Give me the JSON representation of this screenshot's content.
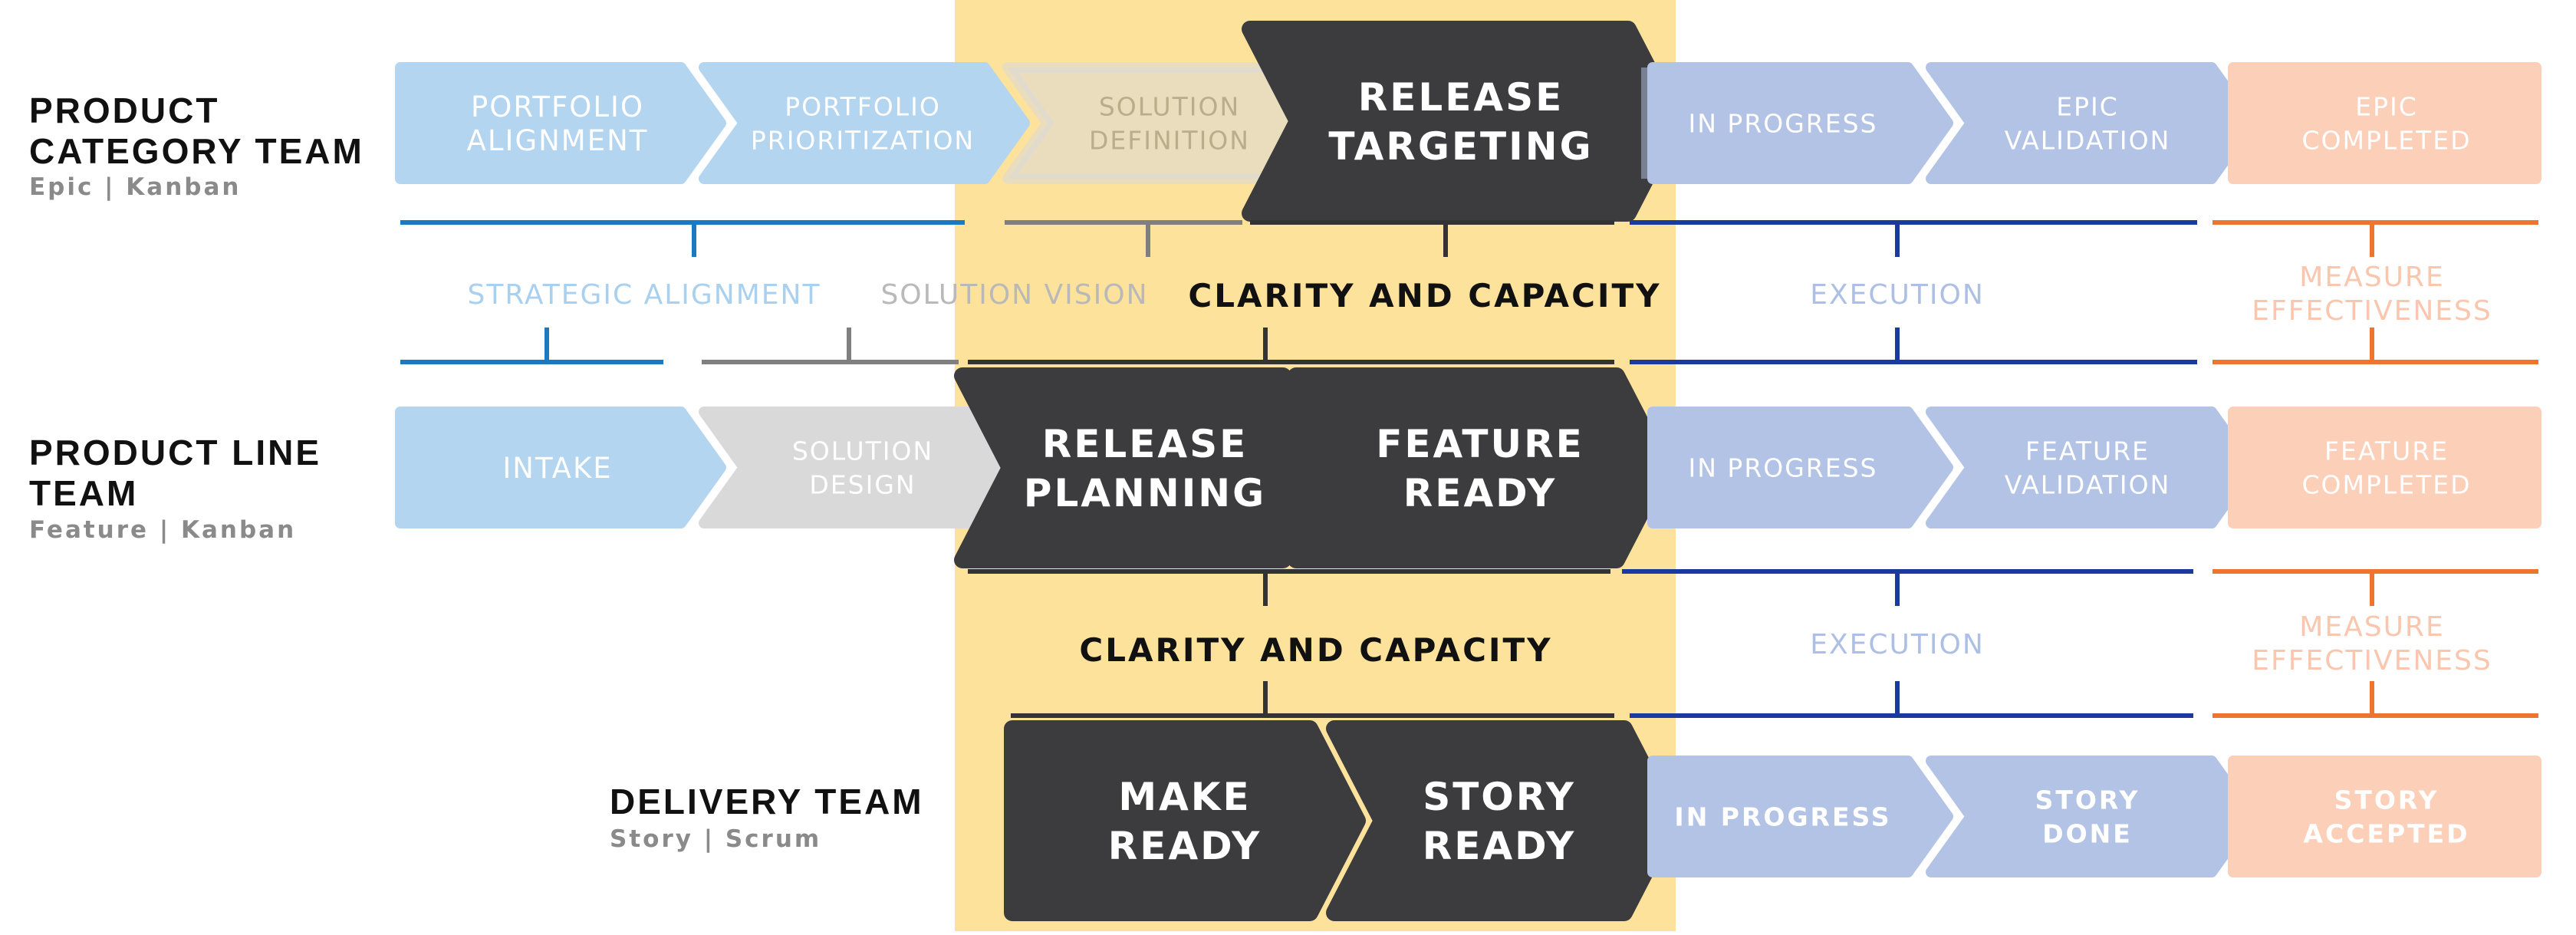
{
  "teams": {
    "product_category": {
      "title_line1": "PRODUCT",
      "title_line2": "CATEGORY TEAM",
      "subtitle": "Epic | Kanban"
    },
    "product_line": {
      "title_line1": "PRODUCT LINE",
      "title_line2": "TEAM",
      "subtitle": "Feature | Kanban"
    },
    "delivery": {
      "title_line1": "DELIVERY TEAM",
      "subtitle": "Story | Scrum"
    }
  },
  "row1": {
    "portfolio_alignment": [
      "PORTFOLIO",
      "ALIGNMENT"
    ],
    "portfolio_prioritization": [
      "PORTFOLIO",
      "PRIORITIZATION"
    ],
    "solution_definition": [
      "SOLUTION",
      "DEFINITION"
    ],
    "release_targeting": [
      "RELEASE",
      "TARGETING"
    ],
    "in_progress": [
      "IN PROGRESS"
    ],
    "epic_validation": [
      "EPIC",
      "VALIDATION"
    ],
    "epic_completed": [
      "EPIC",
      "COMPLETED"
    ]
  },
  "row2": {
    "intake": [
      "INTAKE"
    ],
    "solution_design": [
      "SOLUTION",
      "DESIGN"
    ],
    "release_planning": [
      "RELEASE",
      "PLANNING"
    ],
    "feature_ready": [
      "FEATURE",
      "READY"
    ],
    "in_progress": [
      "IN PROGRESS"
    ],
    "feature_validation": [
      "FEATURE",
      "VALIDATION"
    ],
    "feature_completed": [
      "FEATURE",
      "COMPLETED"
    ]
  },
  "row3": {
    "make_ready": [
      "MAKE",
      "READY"
    ],
    "story_ready": [
      "STORY",
      "READY"
    ],
    "in_progress": [
      "IN PROGRESS"
    ],
    "story_done": [
      "STORY",
      "DONE"
    ],
    "story_accepted": [
      "STORY",
      "ACCEPTED"
    ]
  },
  "bands": {
    "strategic_alignment": "STRATEGIC ALIGNMENT",
    "solution_vision": "SOLUTION VISION",
    "clarity_capacity_1": "CLARITY AND CAPACITY",
    "execution_1": "EXECUTION",
    "measure_effectiveness_1": [
      "MEASURE",
      "EFFECTIVENESS"
    ],
    "clarity_capacity_2": "CLARITY AND CAPACITY",
    "execution_2": "EXECUTION",
    "measure_effectiveness_2": [
      "MEASURE",
      "EFFECTIVENESS"
    ]
  },
  "colors": {
    "light_blue": "#b3d5ef",
    "gray": "#d9d9d9",
    "dark": "#3c3c3e",
    "periwinkle": "#b3c3e5",
    "peach": "#fccfb9",
    "highlight": "#fde29c",
    "line_blue": "#1b79c2",
    "line_gray": "#7f7f7f",
    "line_dark": "#333333",
    "line_navy": "#1b3aa0",
    "line_orange": "#ee7430"
  }
}
